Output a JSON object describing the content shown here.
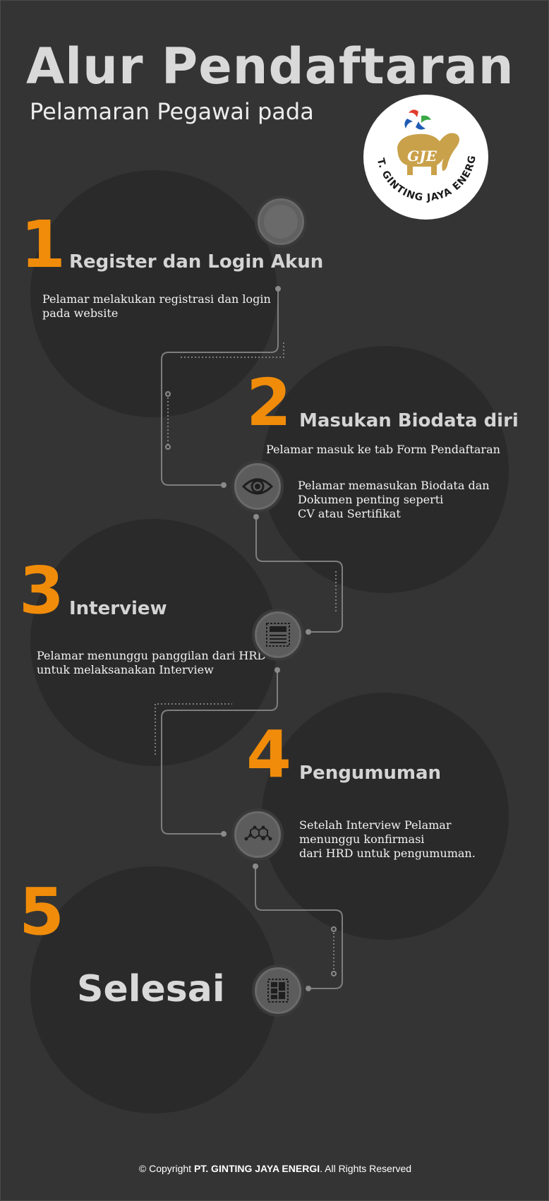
{
  "header": {
    "title": "Alur Pendaftaran",
    "subtitle": "Pelamaran Pegawai pada"
  },
  "logo": {
    "monogram": "GJE",
    "company_arc": "PT. GINTING JAYA ENERGI",
    "colors": {
      "gold": "#c9a14a",
      "red": "#e23a2a",
      "blue": "#1f5bb5",
      "green": "#3aa845"
    }
  },
  "steps": [
    {
      "number": "1",
      "title": "Register dan Login Akun",
      "desc1": "Pelamar melakukan registrasi dan login\npada website",
      "icon": "circle-icon"
    },
    {
      "number": "2",
      "title": "Masukan Biodata diri",
      "desc1": "Pelamar masuk ke tab Form Pendaftaran",
      "desc2": "Pelamar memasukan Biodata dan\nDokumen penting seperti\nCV atau Sertifikat",
      "icon": "eye-icon"
    },
    {
      "number": "3",
      "title": "Interview",
      "desc1": "Pelamar menunggu panggilan dari HRD\n untuk melaksanakan Interview",
      "icon": "document-icon"
    },
    {
      "number": "4",
      "title": "Pengumuman",
      "desc1": "Setelah Interview Pelamar\nmenunggu konfirmasi\ndari HRD untuk pengumuman.",
      "icon": "molecule-icon"
    },
    {
      "number": "5",
      "title": "Selesai",
      "icon": "layout-grid-icon"
    }
  ],
  "footer": {
    "prefix": "© Copyright ",
    "company": "PT. GINTING JAYA ENERGI",
    "suffix": ". All Rights Reserved"
  },
  "colors": {
    "background": "#343434",
    "circle": "#2a2a2a",
    "accent": "#f08c0a",
    "connector": "#8a8a8a"
  }
}
